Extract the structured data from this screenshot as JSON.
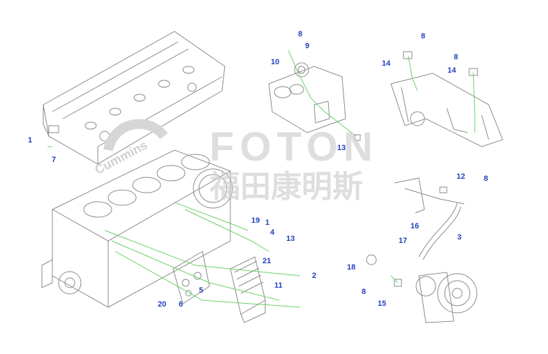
{
  "watermark": {
    "brand": "Cummins",
    "latin": "FOTON",
    "chinese": "福田康明斯"
  },
  "colors": {
    "callout": "#1f3fbf",
    "leader": "#6ad06a",
    "linework": "#8a8a8a",
    "watermark": "#cfcfcf"
  },
  "callouts": [
    {
      "id": "c1a",
      "text": "1"
    },
    {
      "id": "c7",
      "text": "7"
    },
    {
      "id": "c8a",
      "text": "8"
    },
    {
      "id": "c9",
      "text": "9"
    },
    {
      "id": "c10",
      "text": "10"
    },
    {
      "id": "c13a",
      "text": "13"
    },
    {
      "id": "c8b",
      "text": "8"
    },
    {
      "id": "c14a",
      "text": "14"
    },
    {
      "id": "c8c",
      "text": "8"
    },
    {
      "id": "c14b",
      "text": "14"
    },
    {
      "id": "c12",
      "text": "12"
    },
    {
      "id": "c8d",
      "text": "8"
    },
    {
      "id": "c16",
      "text": "16"
    },
    {
      "id": "c3",
      "text": "3"
    },
    {
      "id": "c17",
      "text": "17"
    },
    {
      "id": "c18",
      "text": "18"
    },
    {
      "id": "c8e",
      "text": "8"
    },
    {
      "id": "c15",
      "text": "15"
    },
    {
      "id": "c19",
      "text": "19"
    },
    {
      "id": "c1b",
      "text": "1"
    },
    {
      "id": "c4",
      "text": "4"
    },
    {
      "id": "c13b",
      "text": "13"
    },
    {
      "id": "c21",
      "text": "21"
    },
    {
      "id": "c2",
      "text": "2"
    },
    {
      "id": "c11",
      "text": "11"
    },
    {
      "id": "c5",
      "text": "5"
    },
    {
      "id": "c20",
      "text": "20"
    },
    {
      "id": "c6",
      "text": "6"
    }
  ]
}
